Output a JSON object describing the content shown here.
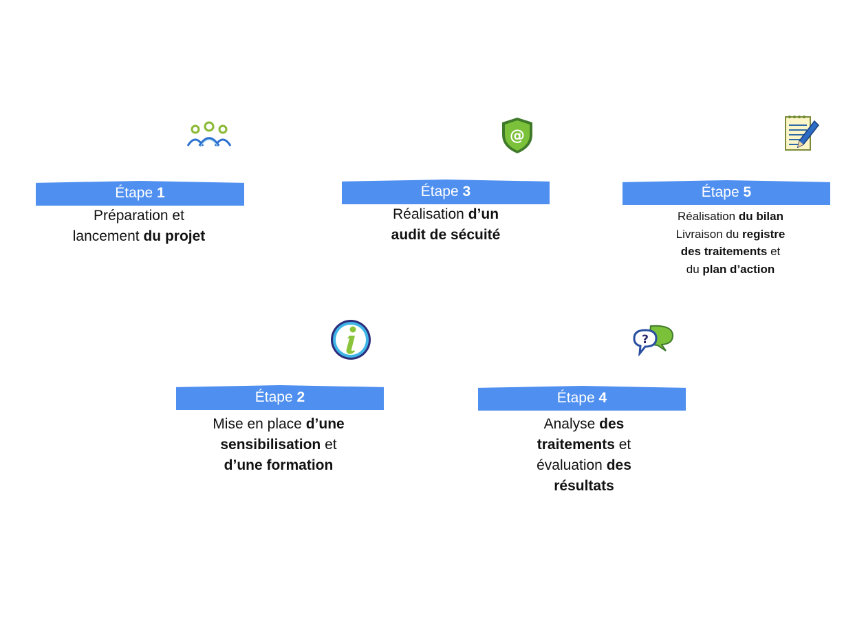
{
  "steps": [
    {
      "id": "1",
      "label": "Étape",
      "number": "1",
      "lines": [
        [
          {
            "t": "Préparation et",
            "b": false
          }
        ],
        [
          {
            "t": "lancement ",
            "b": false
          },
          {
            "t": "du projet",
            "b": true
          }
        ]
      ],
      "icon": "people-group-icon"
    },
    {
      "id": "3",
      "label": "Étape",
      "number": "3",
      "lines": [
        [
          {
            "t": "Réalisation ",
            "b": false
          },
          {
            "t": "d’un",
            "b": true
          }
        ],
        [
          {
            "t": "audit de sécuité",
            "b": true
          }
        ]
      ],
      "icon": "shield-at-icon"
    },
    {
      "id": "5",
      "label": "Étape",
      "number": "5",
      "lines": [
        [
          {
            "t": "Réalisation ",
            "b": false
          },
          {
            "t": "du bilan",
            "b": true
          }
        ],
        [
          {
            "t": "Livraison du ",
            "b": false
          },
          {
            "t": "registre",
            "b": true
          }
        ],
        [
          {
            "t": "des traitements",
            "b": true
          },
          {
            "t": " et",
            "b": false
          }
        ],
        [
          {
            "t": "du ",
            "b": false
          },
          {
            "t": "plan d’action",
            "b": true
          }
        ]
      ],
      "icon": "notepad-pencil-icon"
    },
    {
      "id": "2",
      "label": "Étape",
      "number": "2",
      "lines": [
        [
          {
            "t": "Mise en place ",
            "b": false
          },
          {
            "t": "d’une",
            "b": true
          }
        ],
        [
          {
            "t": "sensibilisation",
            "b": true
          },
          {
            "t": " et",
            "b": false
          }
        ],
        [
          {
            "t": "d’une formation",
            "b": true
          }
        ]
      ],
      "icon": "info-icon"
    },
    {
      "id": "4",
      "label": "Étape",
      "number": "4",
      "lines": [
        [
          {
            "t": "Analyse ",
            "b": false
          },
          {
            "t": "des",
            "b": true
          }
        ],
        [
          {
            "t": "traitements",
            "b": true
          },
          {
            "t": " et",
            "b": false
          }
        ],
        [
          {
            "t": "évaluation ",
            "b": false
          },
          {
            "t": "des",
            "b": true
          }
        ],
        [
          {
            "t": "résultats",
            "b": true
          }
        ]
      ],
      "icon": "question-bubbles-icon"
    }
  ],
  "colors": {
    "banner": "#4f8ff0",
    "banner_text": "#ffffff",
    "text": "#111111"
  }
}
